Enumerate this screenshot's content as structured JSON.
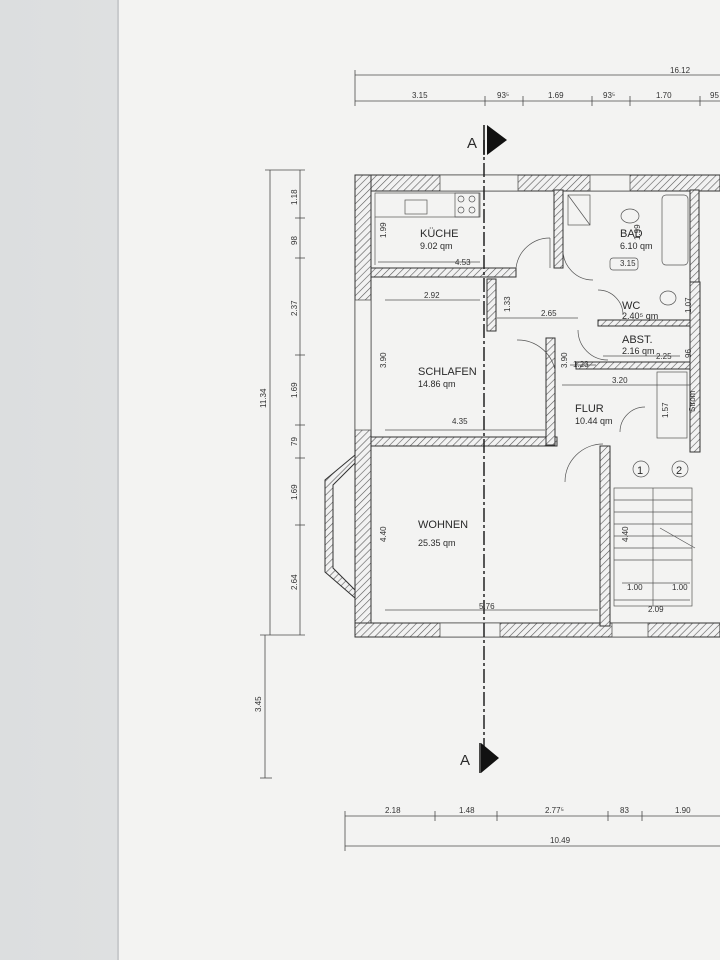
{
  "section_marker": "A",
  "rooms": {
    "kueche": {
      "name": "KÜCHE",
      "area": "9.02 qm"
    },
    "bad": {
      "name": "BAD",
      "area": "6.10 qm"
    },
    "wc": {
      "name": "WC",
      "area": "2.40⁵ qm"
    },
    "abst": {
      "name": "ABST.",
      "area": "2.16 qm"
    },
    "schlafen": {
      "name": "SCHLAFEN",
      "area": "14.86 qm"
    },
    "flur": {
      "name": "FLUR",
      "area": "10.44 qm"
    },
    "wohnen": {
      "name": "WOHNEN",
      "area": "25.35 qm"
    }
  },
  "top_dims": {
    "total": "16.12",
    "segments": [
      "3.15",
      "93⁵",
      "1.69",
      "93⁵",
      "1.70",
      "95"
    ]
  },
  "bottom_dims": {
    "total": "10.49",
    "segments": [
      "2.18",
      "1.48",
      "2.77⁵",
      "83",
      "1.90"
    ]
  },
  "left_dims": {
    "outer_total": "11.34",
    "outer_extra": "3.45",
    "segments": [
      "1.18",
      "98",
      "2.37",
      "1.69",
      "79",
      "1.69",
      "2.64"
    ]
  },
  "inner_dims": {
    "kueche_height": "1.99",
    "kueche_width": "4.53",
    "bad_height": "1.99",
    "bad_fixture": "3.15",
    "flur_narrow_height": "1.33",
    "schlafen_width_top": "2.92",
    "flur_width": "2.65",
    "schlafen_height": "3.90",
    "flur_inner_height": "3.90",
    "flur_small": "1.23",
    "wc_height": "1.07",
    "abst_height": "96",
    "abst_width": "2.25",
    "flur_width_2": "3.20",
    "stair_dim": "1.57",
    "schlafen_width_bottom": "4.35",
    "wohnen_height": "4.40",
    "wohnen_width": "5.76",
    "stair_height": "4.40",
    "stair_a": "1.00",
    "stair_b": "1.00",
    "stair_total": "2.09"
  },
  "stair_numbers": [
    "1",
    "2"
  ],
  "small_label": "Strom",
  "colors": {
    "page": "#f4f4f3",
    "page_left": "#e6e7e8",
    "wall": "#3a3a3a",
    "hatch": "#6a6a6a",
    "line": "#4a4a4a"
  }
}
